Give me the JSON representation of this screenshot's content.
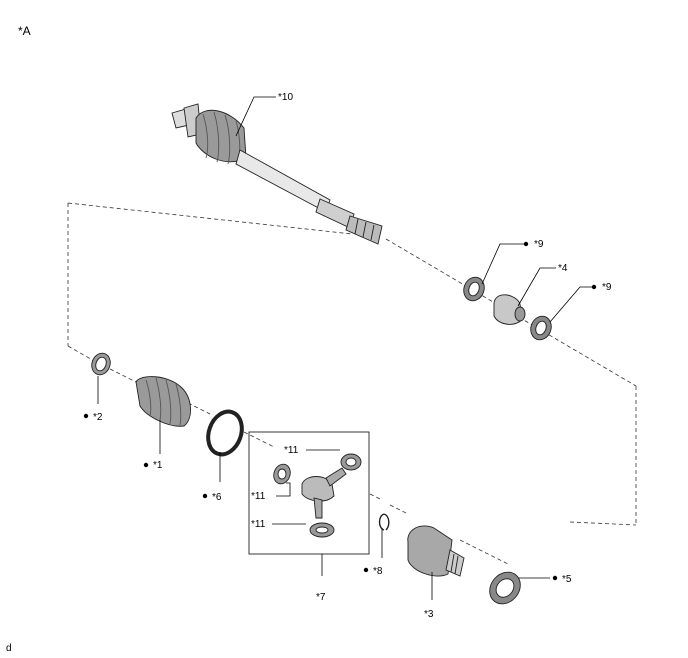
{
  "figure": {
    "view_label": "*A",
    "figure_id": "d",
    "callouts": [
      {
        "id": "c10",
        "text": "*10",
        "bullet": false
      },
      {
        "id": "c9a",
        "text": "*9",
        "bullet": true
      },
      {
        "id": "c4",
        "text": "*4",
        "bullet": false
      },
      {
        "id": "c9b",
        "text": "*9",
        "bullet": true
      },
      {
        "id": "c2",
        "text": "*2",
        "bullet": true
      },
      {
        "id": "c1",
        "text": "*1",
        "bullet": true
      },
      {
        "id": "c6",
        "text": "*6",
        "bullet": true
      },
      {
        "id": "c11a",
        "text": "*11",
        "bullet": false
      },
      {
        "id": "c11b",
        "text": "*11",
        "bullet": false
      },
      {
        "id": "c11c",
        "text": "*11",
        "bullet": false
      },
      {
        "id": "c7",
        "text": "*7",
        "bullet": false
      },
      {
        "id": "c8",
        "text": "*8",
        "bullet": true
      },
      {
        "id": "c3",
        "text": "*3",
        "bullet": false
      },
      {
        "id": "c5",
        "text": "*5",
        "bullet": true
      }
    ]
  }
}
